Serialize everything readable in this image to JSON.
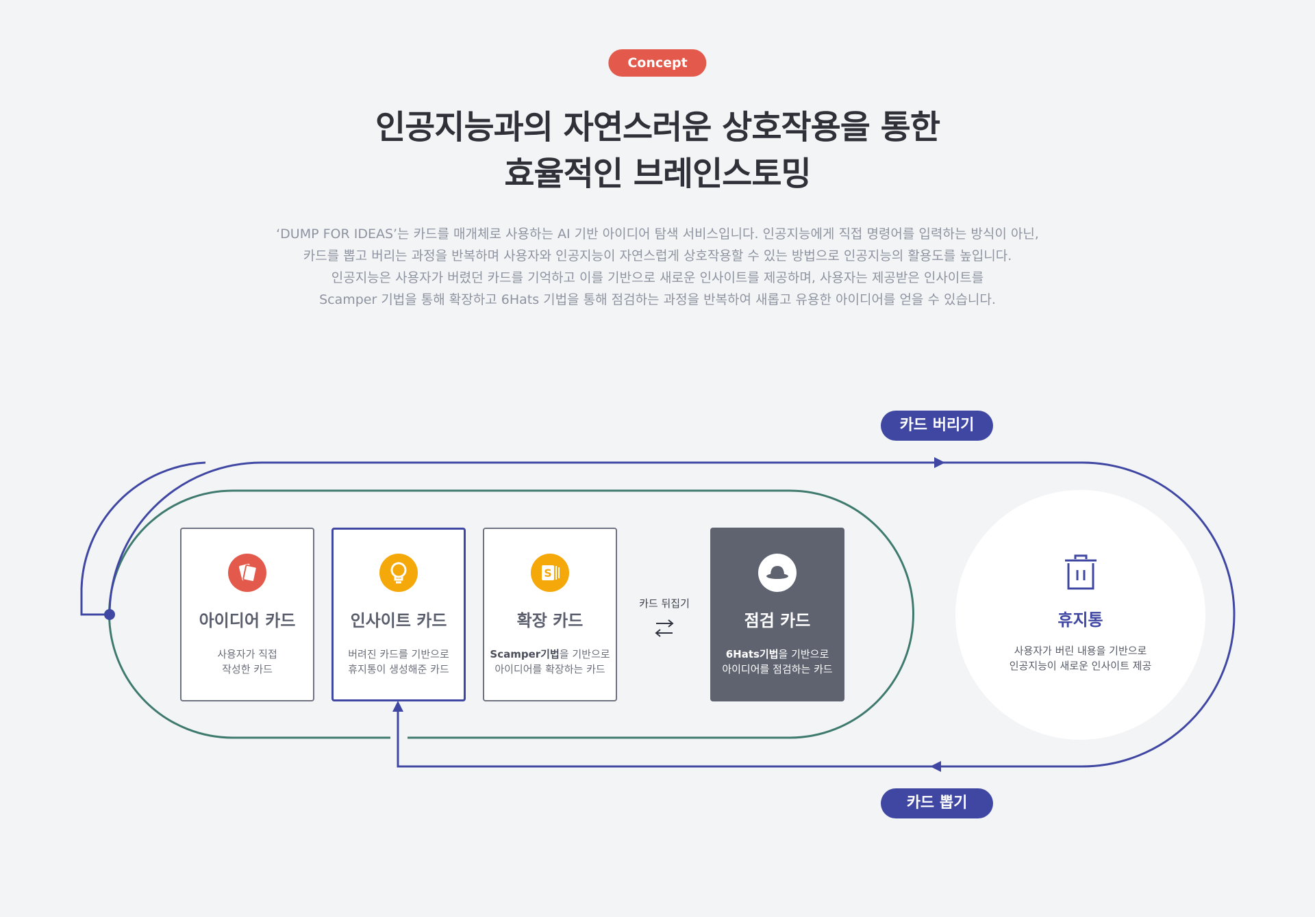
{
  "header": {
    "badge": "Concept",
    "title_line1": "인공지능과의 자연스러운 상호작용을 통한",
    "title_line2": "효율적인 브레인스토밍",
    "desc_lines": [
      "‘DUMP FOR IDEAS’는 카드를 매개체로 사용하는 AI 기반 아이디어 탐색 서비스입니다. 인공지능에게 직접 명령어를 입력하는 방식이 아닌,",
      "카드를 뽑고 버리는 과정을 반복하며 사용자와 인공지능이 자연스럽게 상호작용할 수 있는 방법으로 인공지능의 활용도를 높입니다.",
      "인공지능은 사용자가 버렸던 카드를 기억하고 이를 기반으로 새로운 인사이트를 제공하며, 사용자는 제공받은 인사이트를",
      "Scamper 기법을 통해 확장하고 6Hats 기법을 통해 점검하는 과정을 반복하여 새롭고 유용한 아이디어를 얻을 수 있습니다."
    ]
  },
  "flow": {
    "discard_label": "카드 버리기",
    "draw_label": "카드 뽑기",
    "flip_label": "카드 뒤집기"
  },
  "cards": [
    {
      "name": "아이디어 카드",
      "sub_bold": "",
      "sub_line1": "사용자가 직접",
      "sub_line2": "작성한 카드",
      "icon": "cards-icon",
      "icon_color": "#e35a4c"
    },
    {
      "name": "인사이트 카드",
      "sub_bold": "",
      "sub_line1": "버려진 카드를 기반으로",
      "sub_line2": "휴지통이 생성해준 카드",
      "icon": "lightbulb-icon",
      "icon_color": "#f5a80a"
    },
    {
      "name": "확장 카드",
      "sub_bold": "Scamper기법",
      "sub_line1": "을 기반으로",
      "sub_line2": "아이디어를 확장하는 카드",
      "icon": "scamper-icon",
      "icon_color": "#f5a80a"
    },
    {
      "name": "점검 카드",
      "sub_bold": "6Hats기법",
      "sub_line1": "을 기반으로",
      "sub_line2": "아이디어를 점검하는 카드",
      "icon": "hat-icon",
      "icon_color": "#ffffff"
    }
  ],
  "trash": {
    "name": "휴지통",
    "sub_line1": "사용자가 버린 내용을 기반으로",
    "sub_line2": "인공지능이 새로운 인사이트 제공",
    "icon": "trash-icon"
  },
  "colors": {
    "accent_red": "#e35a4c",
    "accent_blue": "#3f47a3",
    "accent_green": "#3f7a6e",
    "dark_card": "#5f6370"
  }
}
